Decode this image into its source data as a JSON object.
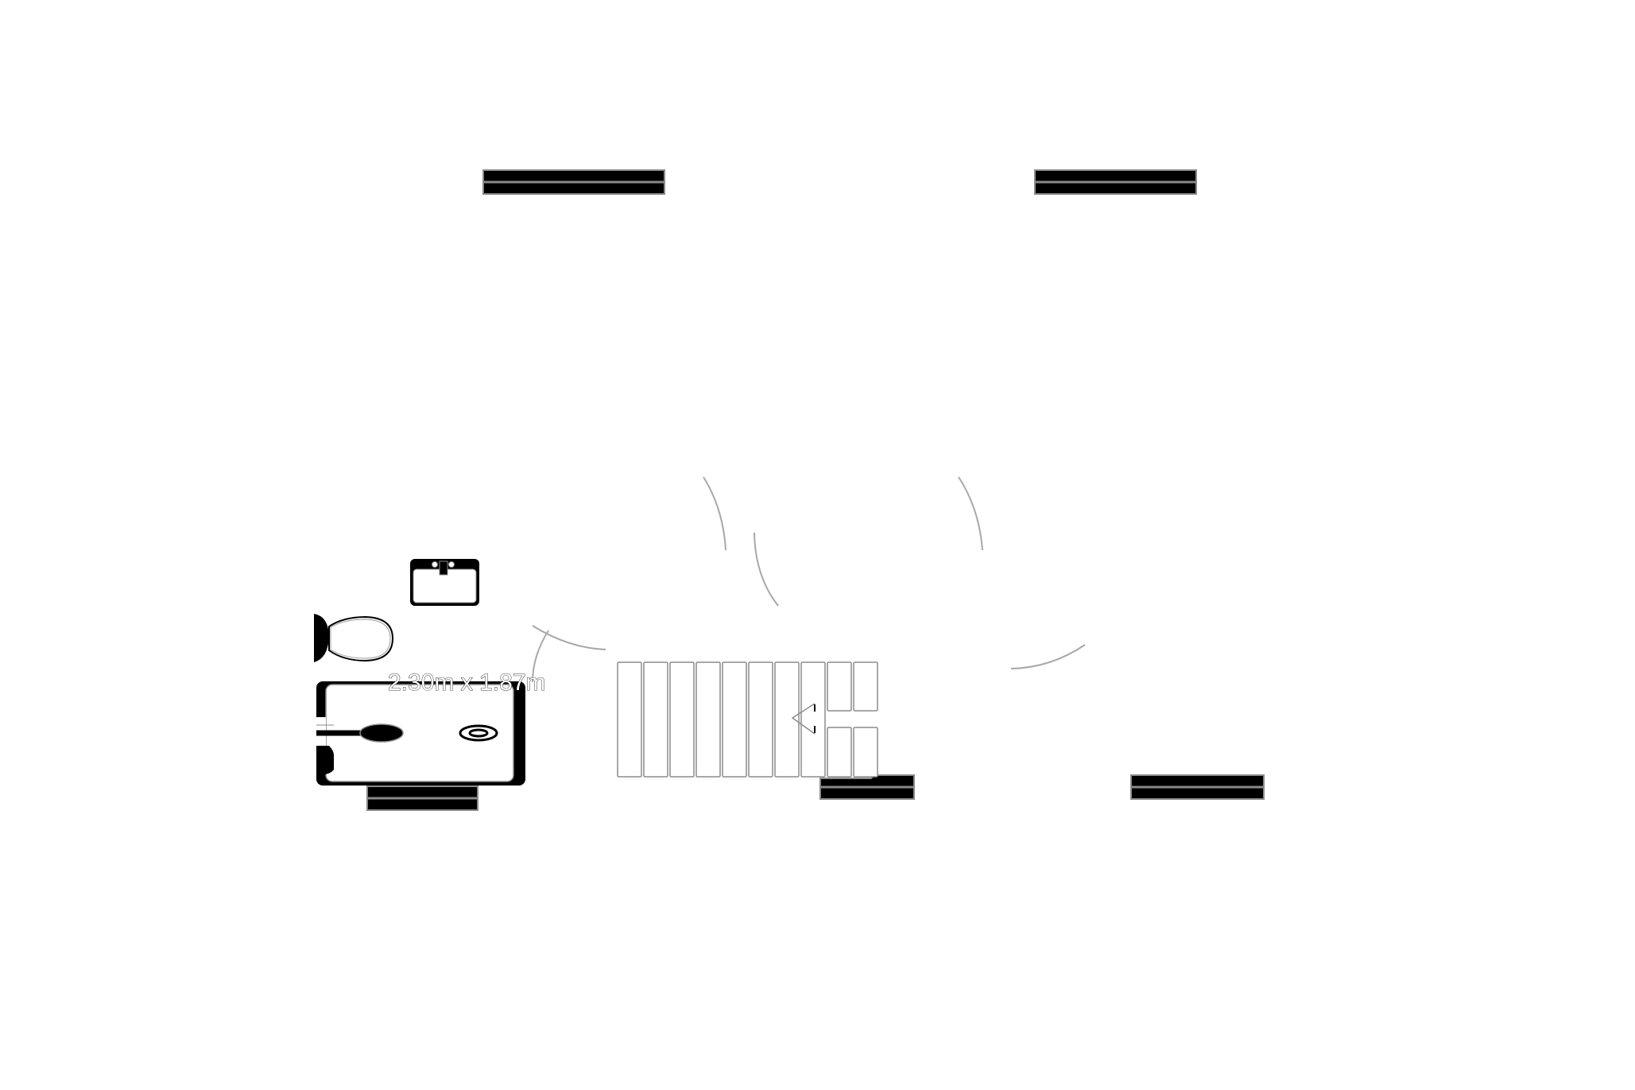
{
  "plan": {
    "type": "floor-plan",
    "background": "#ffffff",
    "wall_color": "#000000",
    "door_arc_color": "#a8a8a8",
    "stair_line_color": "#8c8c8c"
  },
  "rooms": [
    {
      "name": "bathroom",
      "dimension_label": "2.30m x 1.87m",
      "fixtures": [
        "sink-icon",
        "toilet-icon",
        "bathtub-icon"
      ]
    }
  ],
  "staircase": {
    "tread_count": 10,
    "split_treads": 2,
    "direction": "left",
    "direction_icon": "arrow-left-icon"
  },
  "door_swings": {
    "count": 6
  },
  "wall_segments": {
    "count": 5
  }
}
